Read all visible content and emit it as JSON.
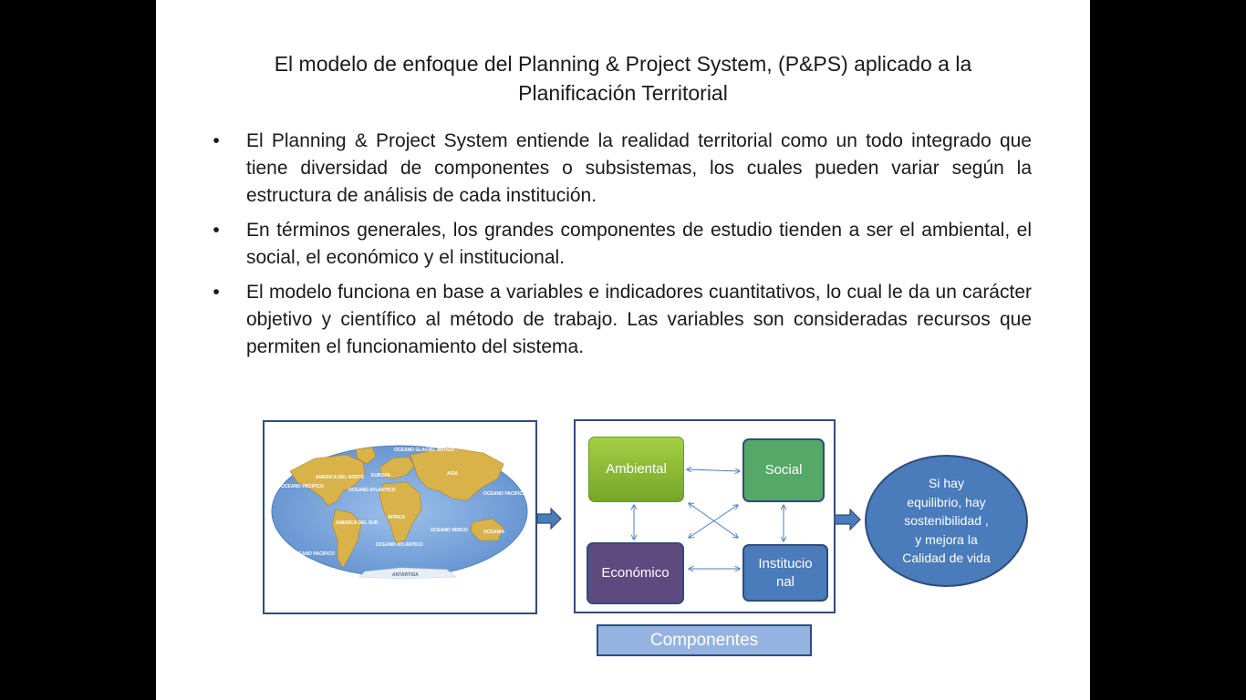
{
  "slide": {
    "title_line1": "El modelo de enfoque del Planning  & Project System, (P&PS)  aplicado a la",
    "title_line2": "Planificación  Territorial",
    "bullets": [
      {
        "text": "El  Planning & Project System  entiende la realidad territorial como un todo integrado que tiene diversidad  de componentes o subsistemas, los cuales pueden variar según la estructura de análisis de cada institución."
      },
      {
        "text": "En términos generales, los grandes componentes de estudio tienden a ser el ambiental, el social, el económico y el institucional."
      },
      {
        "text": "El modelo funciona en base a variables e indicadores cuantitativos, lo cual le da un carácter objetivo y científico al método de trabajo. Las variables son consideradas recursos que permiten el funcionamiento del sistema."
      }
    ],
    "bullet_char": "•"
  },
  "map": {
    "labels": {
      "artico": "ÁRTICO",
      "glacial": "OCEANO GLACIAL ÁRTICO",
      "norteamerica": "AMERICA DEL NORTE",
      "europa": "EUROPA",
      "asia": "ASIA",
      "pacifico_left": "OCEANO PACIFICO",
      "atlantico_n": "OCEANO ATLANTICO",
      "pacifico_right": "OCEANO PACIFICO",
      "africa": "ÁFRICA",
      "sudamerica": "AMERICA DEL SUR",
      "oceania": "OCEANIA",
      "indico": "OCEANO INDICO",
      "atlantico_s": "OCEANO ATLANTICO",
      "pacifico_s": "OCEANO PACIFICO",
      "antartida": "ANTARTIDA"
    }
  },
  "components": {
    "ambiental": "Ambiental",
    "social": "Social",
    "economico": "Económico",
    "institucional_1": "Institucio",
    "institucional_2": "nal",
    "label": "Componentes"
  },
  "result": {
    "lines": [
      "Si hay",
      "equilibrio, hay",
      "sostenibilidad ,",
      " y  mejora la",
      "Calidad de vida"
    ]
  },
  "colors": {
    "border": "#2f4c7a",
    "arrow": "#4a7bbb",
    "ambiental": "#8fbf3a",
    "social": "#55a867",
    "economico": "#5f4a80",
    "institucional": "#4a7bbb",
    "ocean": "#7fa8dc",
    "land": "#d9b24a"
  }
}
